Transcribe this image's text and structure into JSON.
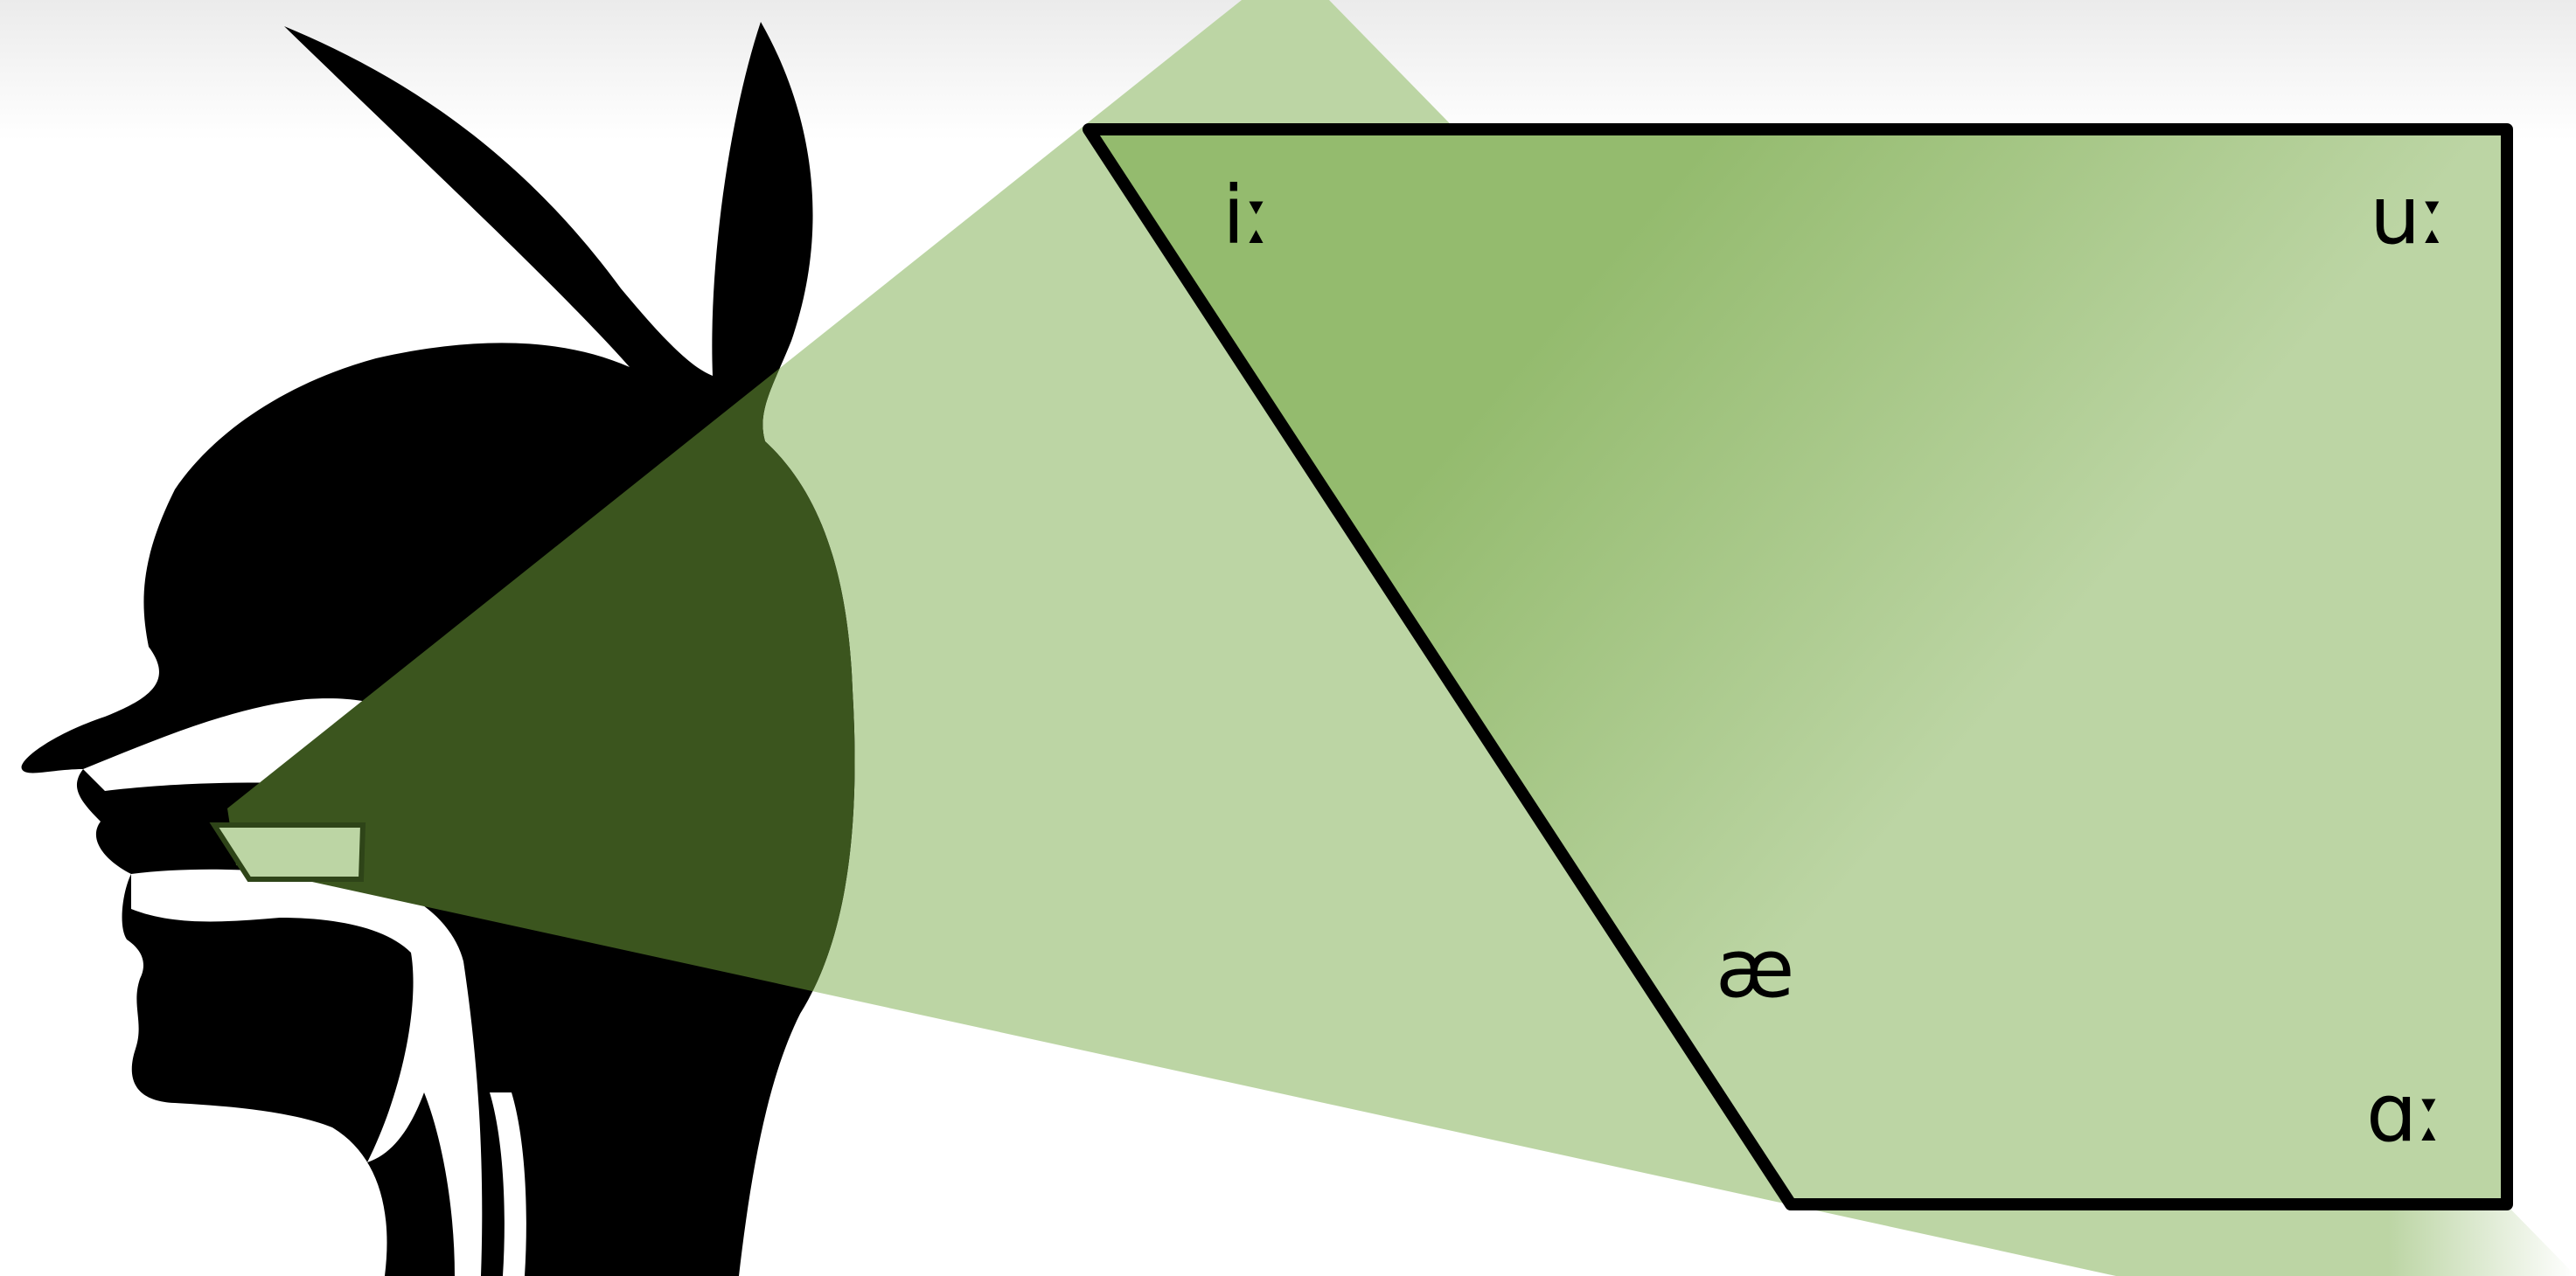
{
  "vowels": {
    "high_front": "iː",
    "high_back": "uː",
    "low_front": "æ",
    "low_back": "ɑː"
  },
  "colors": {
    "beam_fill": "#bcd5a4",
    "chart_fill_dark": "#94bb6e",
    "chart_fill_light": "#bcd5a4",
    "head_silhouette": "#000000",
    "head_overlap": "#3b551e",
    "outline": "#000000",
    "background_top": "#ebebeb",
    "background": "#ffffff"
  },
  "icons": {
    "head": "head-profile-silhouette-icon",
    "mouth_marker": "vowel-trapezoid-marker-icon"
  }
}
